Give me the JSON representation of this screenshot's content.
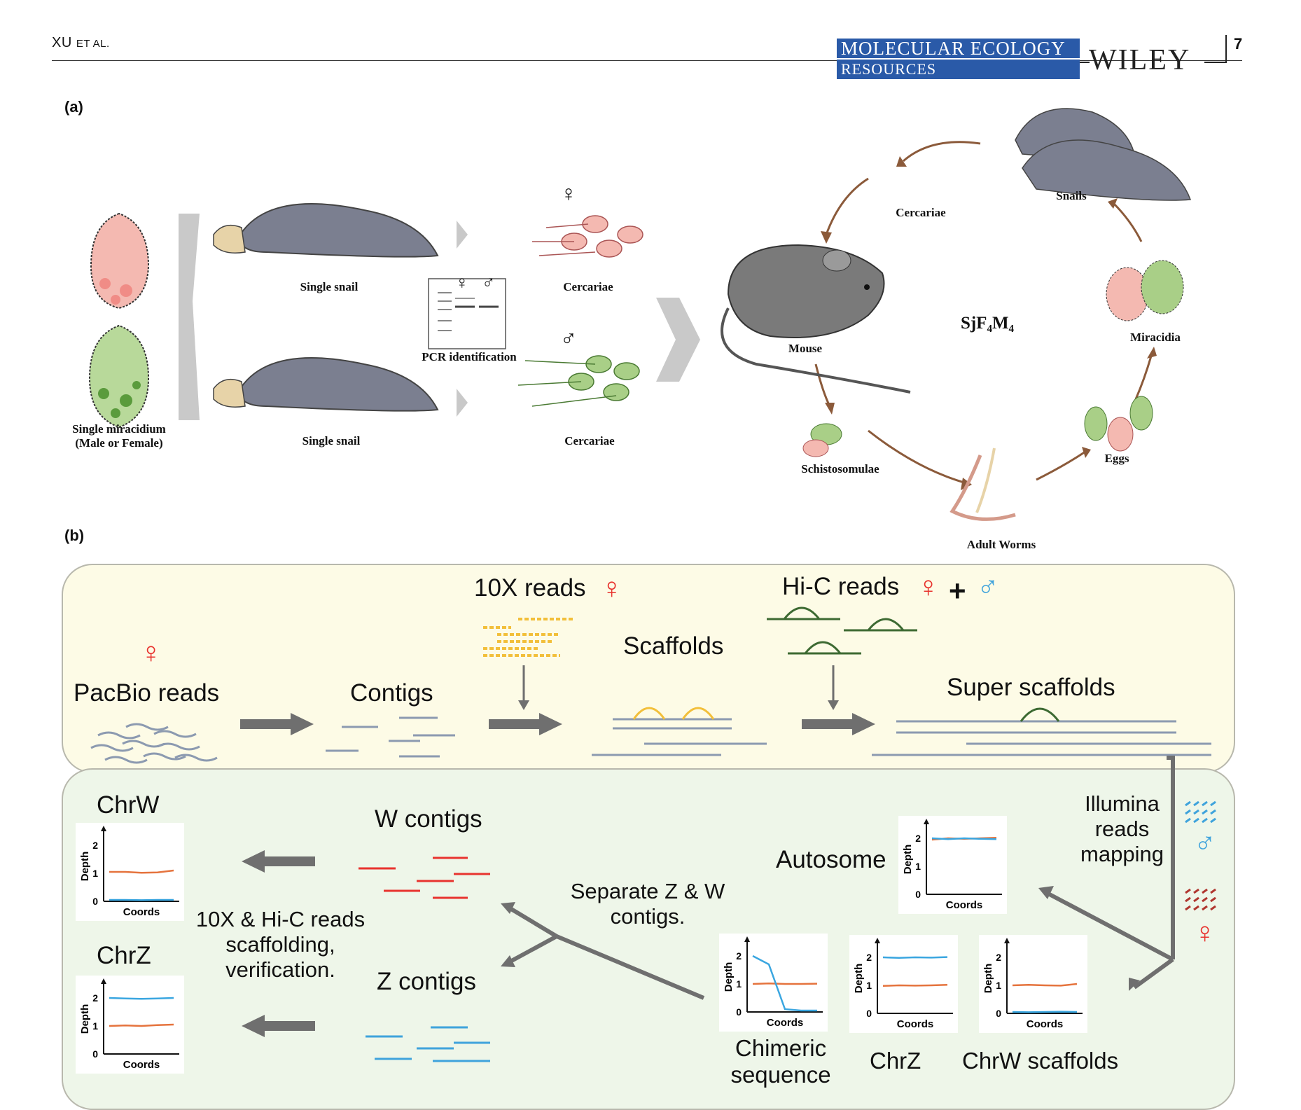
{
  "header": {
    "author": "XU",
    "author_suffix": "ET AL.",
    "journal_line1": "MOLECULAR ECOLOGY",
    "journal_line2": "RESOURCES",
    "publisher": "WILEY",
    "page_number": "7"
  },
  "panel_a": {
    "label": "(a)",
    "miracidium_caption_1": "Single miracidium",
    "miracidium_caption_2": "(Male or Female)",
    "snail_top_caption": "Single snail",
    "snail_bottom_caption": "Single snail",
    "pcr_caption": "PCR identification",
    "female_symbol": "♀",
    "male_symbol": "♂",
    "cercariae_top_caption": "Cercariae",
    "cercariae_bottom_caption": "Cercariae",
    "cycle": {
      "center_label": "SjF₄M₄",
      "snails": "Snails",
      "cercariae": "Cercariae",
      "mouse": "Mouse",
      "schistosomulae": "Schistosomulae",
      "adult_worms": "Adult Worms",
      "eggs": "Eggs",
      "miracidia": "Miracidia"
    }
  },
  "panel_b": {
    "label": "(b)",
    "pacbio": "PacBio reads",
    "contigs": "Contigs",
    "tenx_reads": "10X reads",
    "scaffolds": "Scaffolds",
    "hic_reads": "Hi-C reads",
    "plus": "+",
    "super_scaffolds": "Super scaffolds",
    "illumina_1": "Illumina",
    "illumina_2": "reads",
    "illumina_3": "mapping",
    "autosome": "Autosome",
    "chimeric_1": "Chimeric",
    "chimeric_2": "sequence",
    "chrz_label": "ChrZ",
    "chrw_scaffolds": "ChrW scaffolds",
    "separate_1": "Separate Z & W",
    "separate_2": "contigs.",
    "w_contigs": "W contigs",
    "z_contigs": "Z contigs",
    "scaffolding_1": "10X & Hi-C reads",
    "scaffolding_2": "scaffolding,",
    "scaffolding_3": "verification.",
    "chrw_result": "ChrW",
    "chrz_result": "ChrZ",
    "axis_x": "Coords",
    "axis_y": "Depth",
    "colors": {
      "female": "#e8332e",
      "male": "#3fa3dc",
      "orange_line": "#e5733d",
      "blue_line": "#3aa6e0",
      "read_gray": "#8c9ab0",
      "hic_green": "#3d6a32",
      "tenx_yellow": "#f2bf3a"
    }
  },
  "chart_data": [
    {
      "type": "line",
      "title": "Autosome",
      "xlabel": "Coords",
      "ylabel": "Depth",
      "ylim": [
        0,
        2.5
      ],
      "yticks": [
        0,
        1,
        2
      ],
      "series": [
        {
          "color": "#e5733d",
          "values": [
            1.95,
            2.0,
            1.98,
            2.0,
            2.02
          ]
        },
        {
          "color": "#3aa6e0",
          "values": [
            2.0,
            1.97,
            2.0,
            1.98,
            1.97
          ]
        }
      ]
    },
    {
      "type": "line",
      "title": "Chimeric sequence",
      "xlabel": "Coords",
      "ylabel": "Depth",
      "ylim": [
        0,
        2.5
      ],
      "yticks": [
        0,
        1,
        2
      ],
      "series": [
        {
          "color": "#e5733d",
          "values": [
            1.0,
            1.02,
            1.0,
            1.0,
            1.01
          ]
        },
        {
          "color": "#3aa6e0",
          "values": [
            2.0,
            1.7,
            0.1,
            0.05,
            0.05
          ]
        }
      ]
    },
    {
      "type": "line",
      "title": "ChrZ",
      "xlabel": "Coords",
      "ylabel": "Depth",
      "ylim": [
        0,
        2.5
      ],
      "yticks": [
        0,
        1,
        2
      ],
      "series": [
        {
          "color": "#e5733d",
          "values": [
            0.98,
            1.0,
            0.99,
            1.0,
            1.02
          ]
        },
        {
          "color": "#3aa6e0",
          "values": [
            2.0,
            1.98,
            2.0,
            1.99,
            2.01
          ]
        }
      ]
    },
    {
      "type": "line",
      "title": "ChrW scaffolds",
      "xlabel": "Coords",
      "ylabel": "Depth",
      "ylim": [
        0,
        2.5
      ],
      "yticks": [
        0,
        1,
        2
      ],
      "series": [
        {
          "color": "#e5733d",
          "values": [
            1.0,
            1.02,
            1.0,
            0.99,
            1.05
          ]
        },
        {
          "color": "#3aa6e0",
          "values": [
            0.05,
            0.04,
            0.05,
            0.06,
            0.05
          ]
        }
      ]
    },
    {
      "type": "line",
      "title": "ChrW",
      "xlabel": "Coords",
      "ylabel": "Depth",
      "ylim": [
        0,
        2.5
      ],
      "yticks": [
        0,
        1,
        2
      ],
      "series": [
        {
          "color": "#e5733d",
          "values": [
            1.05,
            1.05,
            1.02,
            1.03,
            1.1
          ]
        },
        {
          "color": "#3aa6e0",
          "values": [
            0.05,
            0.05,
            0.04,
            0.05,
            0.05
          ]
        }
      ]
    },
    {
      "type": "line",
      "title": "ChrZ",
      "xlabel": "Coords",
      "ylabel": "Depth",
      "ylim": [
        0,
        2.5
      ],
      "yticks": [
        0,
        1,
        2
      ],
      "series": [
        {
          "color": "#e5733d",
          "values": [
            1.0,
            1.02,
            1.0,
            1.03,
            1.05
          ]
        },
        {
          "color": "#3aa6e0",
          "values": [
            2.0,
            1.98,
            1.97,
            1.98,
            2.0
          ]
        }
      ]
    }
  ]
}
